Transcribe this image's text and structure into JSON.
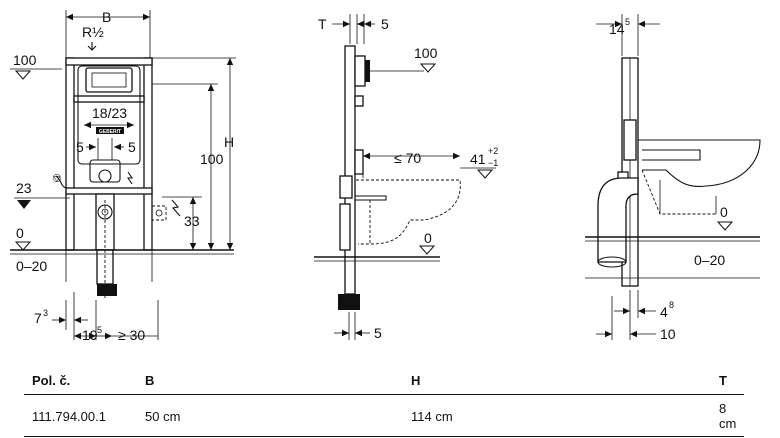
{
  "front": {
    "dim_b": "B",
    "dim_r": "R½",
    "lvl_100": "100",
    "dim_18_23": "18/23",
    "dim_5a": "5",
    "dim_5b": "5",
    "dim_h": "H",
    "dim_100": "100",
    "lvl_23": "23",
    "dim_33": "33",
    "lvl_0": "0",
    "lvl_0_20": "0–20",
    "dim_7": "7",
    "dim_7_sup": "3",
    "dim_19": "19",
    "dim_19_sup": "5",
    "dim_ge30": "≥ 30",
    "brand": "GEBERIT"
  },
  "side": {
    "dim_t": "T",
    "dim_5top": "5",
    "lvl_100": "100",
    "dim_le70": "≤ 70",
    "lvl_41": "41",
    "lvl_41_plus": "+2",
    "lvl_41_minus": "−1",
    "lvl_0": "0",
    "dim_5bot": "5"
  },
  "section": {
    "dim_14": "14",
    "dim_14_sup": "5",
    "lvl_0": "0",
    "lvl_0_20": "0–20",
    "dim_4": "4",
    "dim_4_sup": "8",
    "dim_10": "10"
  },
  "table": {
    "headers": [
      "Pol. č.",
      "B",
      "H",
      "T"
    ],
    "rows": [
      [
        "111.794.00.1",
        "50 cm",
        "114 cm",
        "8 cm"
      ]
    ]
  }
}
